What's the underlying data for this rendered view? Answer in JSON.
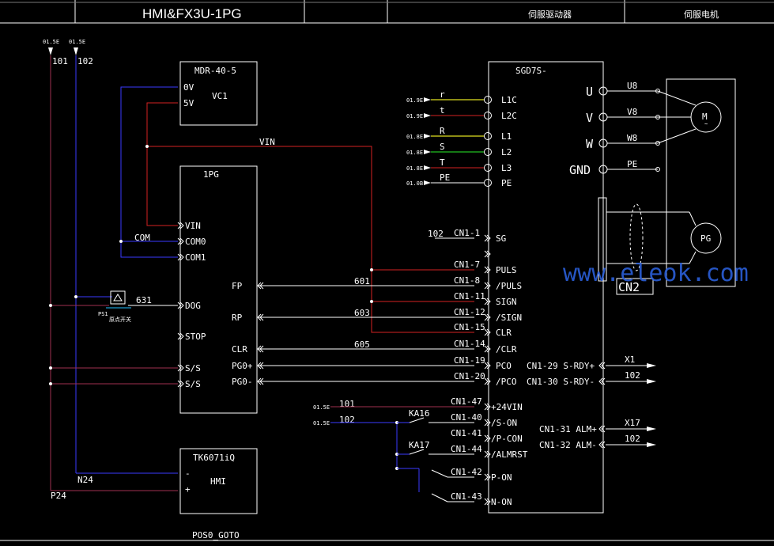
{
  "title_block": {
    "title": "HMI&FX3U-1PG",
    "servo_driver": "伺服驱动器",
    "servo_motor": "伺服电机"
  },
  "power_rails": {
    "rail1_ref": "01.5E",
    "rail1_num": "101",
    "rail2_ref": "01.5E",
    "rail2_num": "102",
    "n24": "N24",
    "p24": "P24"
  },
  "mdr": {
    "title": "MDR-40-5",
    "center": "VC1",
    "pin_0v": "0V",
    "pin_5v": "5V"
  },
  "vin_wire": "VIN",
  "pg1": {
    "title": "1PG",
    "left_pins": [
      "VIN",
      "COM0",
      "COM1",
      "DOG",
      "STOP",
      "S/S",
      "S/S"
    ],
    "right_pins": [
      "FP",
      "RP",
      "CLR",
      "PG0+",
      "PG0-"
    ]
  },
  "com_wire": "COM",
  "dog_wire": "631",
  "switch": {
    "tag": "PS1",
    "desc": "原点开关"
  },
  "wires": {
    "fp": "601",
    "rp": "603",
    "clr": "605",
    "sg": "102"
  },
  "hmi": {
    "title": "TK6071iQ",
    "center": "HMI",
    "pin_minus": "-",
    "pin_plus": "+"
  },
  "footer": "POS0_GOTO",
  "servo": {
    "title": "SGD7S-",
    "power_inputs": [
      {
        "ref": "01.9E",
        "wire": "r",
        "pin": "L1C"
      },
      {
        "ref": "01.9E",
        "wire": "t",
        "pin": "L2C"
      },
      {
        "ref": "01.8E",
        "wire": "R",
        "pin": "L1"
      },
      {
        "ref": "01.8E",
        "wire": "S",
        "pin": "L2"
      },
      {
        "ref": "01.8E",
        "wire": "T",
        "pin": "L3"
      },
      {
        "ref": "01.0B",
        "wire": "PE",
        "pin": "PE"
      }
    ],
    "cn1_left": [
      {
        "cn": "CN1-1",
        "pin": "SG"
      },
      {
        "cn": "",
        "pin": ""
      },
      {
        "cn": "CN1-7",
        "pin": "PULS"
      },
      {
        "cn": "CN1-8",
        "pin": "/PULS"
      },
      {
        "cn": "CN1-11",
        "pin": "SIGN"
      },
      {
        "cn": "CN1-12",
        "pin": "/SIGN"
      },
      {
        "cn": "CN1-15",
        "pin": "CLR"
      },
      {
        "cn": "CN1-14",
        "pin": "/CLR"
      },
      {
        "cn": "CN1-19",
        "pin": "PCO"
      },
      {
        "cn": "CN1-20",
        "pin": "/PCO"
      }
    ],
    "io_left": [
      {
        "cn": "CN1-47",
        "pin": "+24VIN"
      },
      {
        "cn": "CN1-40",
        "pin": "/S-ON"
      },
      {
        "cn": "CN1-41",
        "pin": "/P-CON"
      },
      {
        "cn": "CN1-44",
        "pin": "/ALMRST"
      },
      {
        "cn": "CN1-42",
        "pin": "P-ON"
      },
      {
        "cn": "CN1-43",
        "pin": "N-ON"
      }
    ],
    "right_outputs": [
      {
        "label": "CN1-29 S-RDY+",
        "wire": "X1"
      },
      {
        "label": "CN1-30 S-RDY-",
        "wire": "102"
      },
      {
        "label": "CN1-31 ALM+",
        "wire": "X17"
      },
      {
        "label": "CN1-32 ALM-",
        "wire": "102"
      }
    ],
    "motor_terms": [
      {
        "pin": "U",
        "wire": "U8"
      },
      {
        "pin": "V",
        "wire": "V8"
      },
      {
        "pin": "W",
        "wire": "W8"
      },
      {
        "pin": "GND",
        "wire": "PE"
      }
    ],
    "cn2": "CN2"
  },
  "io_feed": {
    "ref1": "01.5E",
    "num1": "101",
    "ref2": "01.5E",
    "num2": "102",
    "ka16": "KA16",
    "ka17": "KA17"
  },
  "motor": {
    "m": "M",
    "m_sub": "~",
    "pg": "PG"
  },
  "watermark": "www.eleok.com"
}
